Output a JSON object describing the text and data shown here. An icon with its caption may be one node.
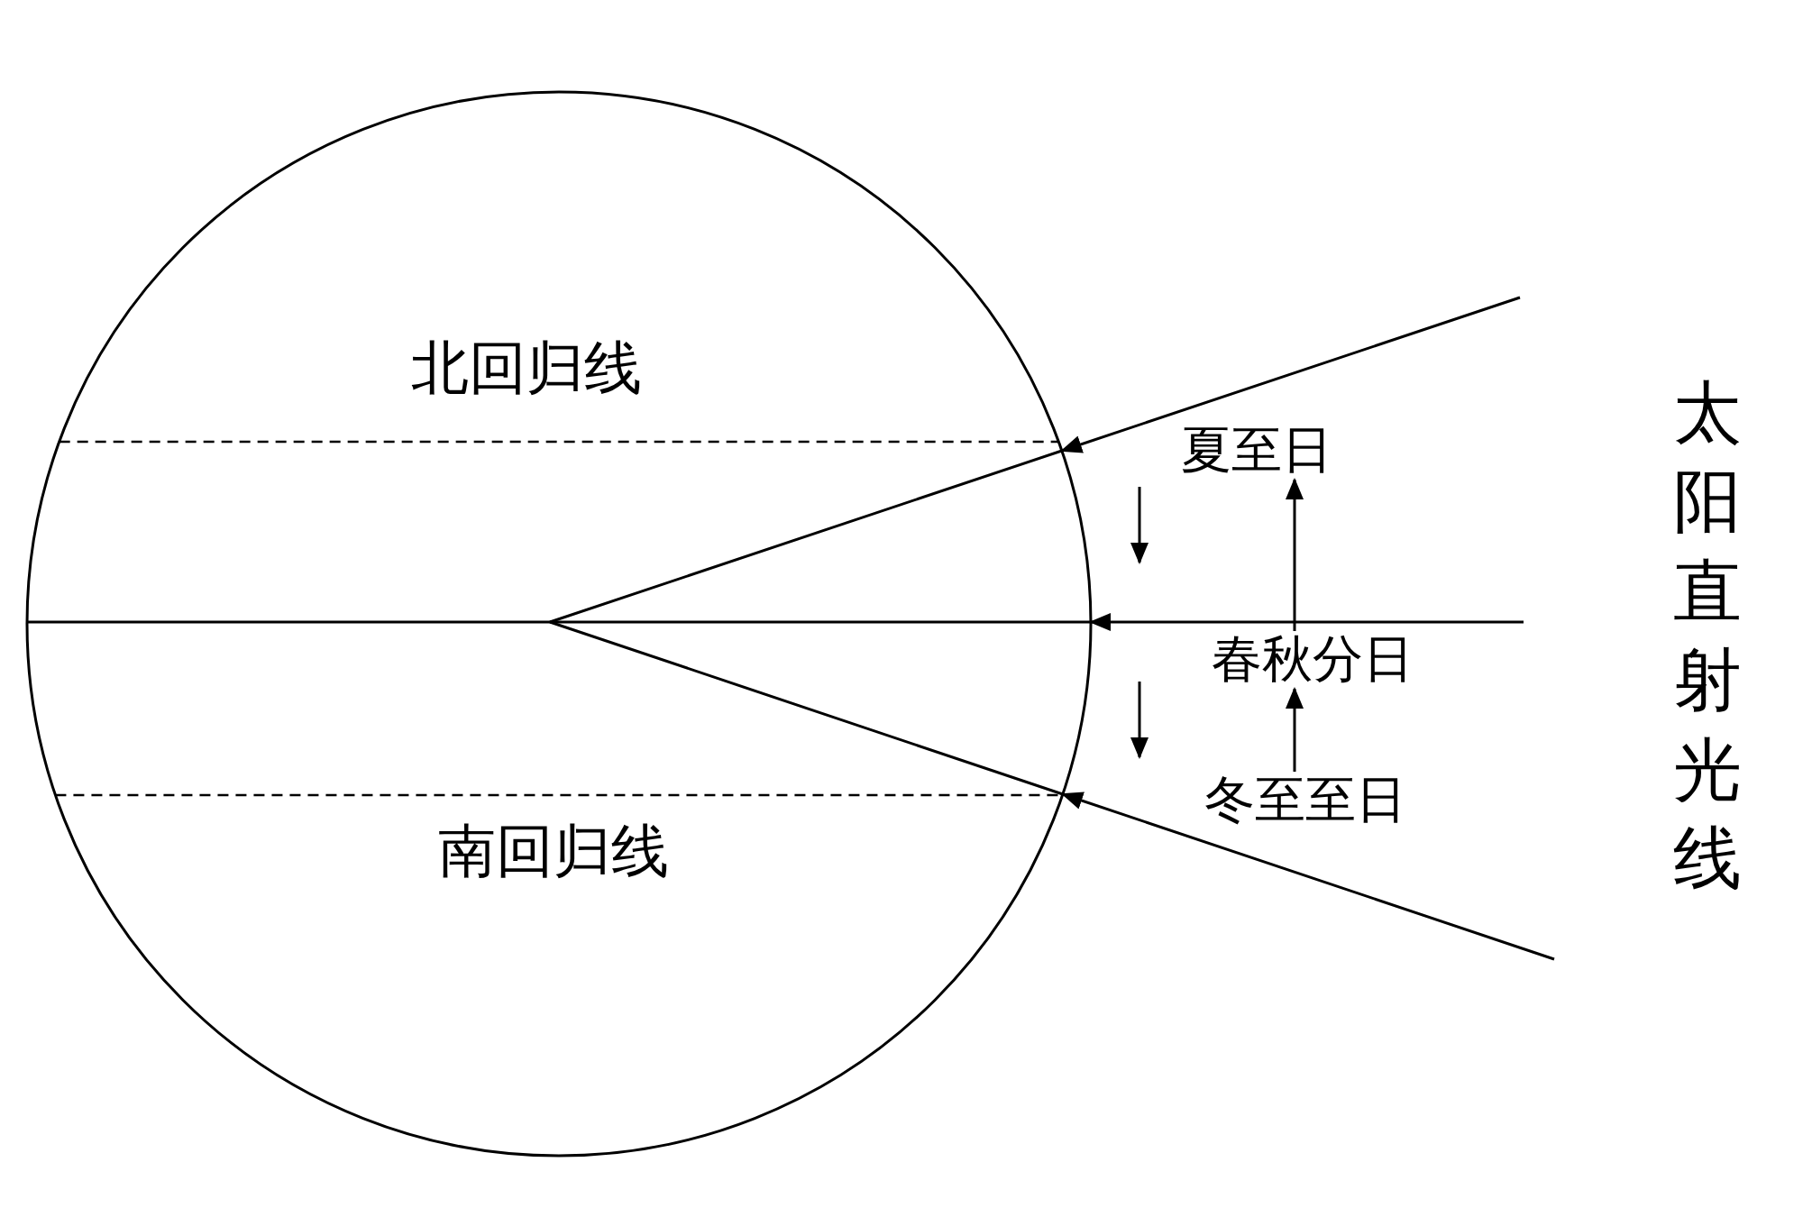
{
  "diagram": {
    "nodes": [
      {
        "text": [],
        "shape": "circle"
      },
      {
        "text": [
          "夏至日"
        ]
      },
      {
        "text": [
          "春秋分日"
        ]
      },
      {
        "text": [
          "冬至至日"
        ]
      }
    ],
    "edges": [
      {
        "from": null,
        "to": 0,
        "arrow": "to"
      },
      {
        "from": null,
        "to": 0,
        "arrow": "to"
      },
      {
        "from": null,
        "to": 0,
        "arrow": "to"
      },
      {
        "from": 3,
        "to": 2,
        "arrow": "to"
      },
      {
        "from": 2,
        "to": 1,
        "arrow": "to"
      }
    ],
    "labels": [
      "北回归线",
      "南回归线",
      "太阳直射光线"
    ]
  }
}
